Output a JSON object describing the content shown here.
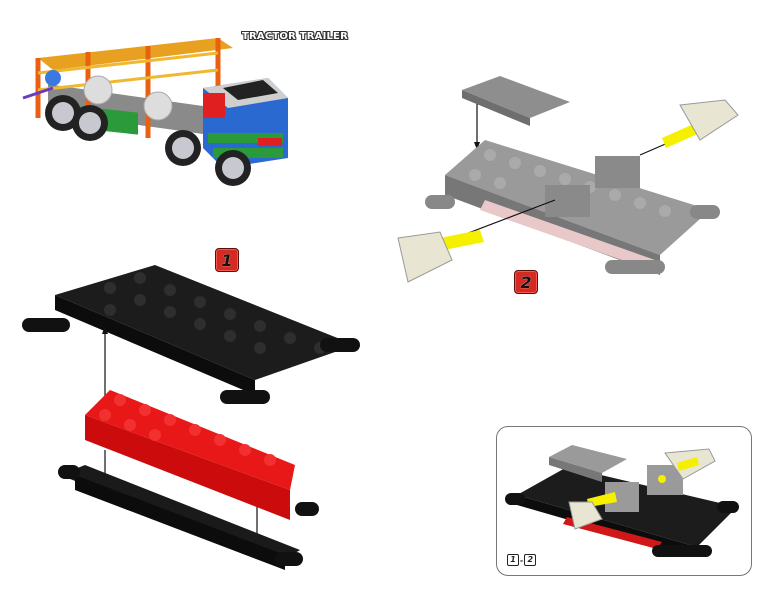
{
  "page": {
    "model_title": "TRACTOR TRAILER",
    "steps": [
      {
        "number": "1",
        "label": "1"
      },
      {
        "number": "2",
        "label": "2"
      }
    ],
    "inset": {
      "reference_from": "1",
      "reference_separator": "-",
      "reference_to": "2"
    },
    "colors": {
      "step_badge": "#d42a22",
      "black_brick": "#1c1c1c",
      "red_brick": "#e01010",
      "gray_brick": "#9a9a9a",
      "cream_connector": "#e8e6d2",
      "yellow_rod": "#f4f000"
    }
  }
}
